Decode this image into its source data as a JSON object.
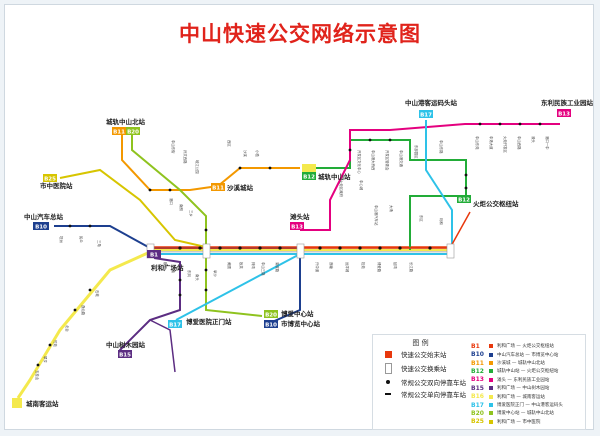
{
  "title": "中山快速公交网络示意图",
  "colors": {
    "B1": "#e8380d",
    "B10": "#1d3f8f",
    "B11": "#f39800",
    "B12": "#22ac38",
    "B13": "#e4007f",
    "B15": "#5c2d82",
    "B16": "#f4e94d",
    "B17": "#2ec2e8",
    "B20": "#8fc31f",
    "B25": "#d7c500",
    "spine": "#9a8fc8",
    "terminal_fill": "#ffffff",
    "terminal_box": "#e8380d",
    "stop": "#111111"
  },
  "stations": [
    {
      "id": "zhongshan-port",
      "name": "中山港客运码头站",
      "codes": [
        "B17"
      ]
    },
    {
      "id": "dongli-industrial",
      "name": "东利民族工业园站",
      "codes": [
        "B13"
      ]
    },
    {
      "id": "chengqing-zhongshanbei",
      "name": "城轨中山北站",
      "codes": [
        "B11",
        "B20"
      ]
    },
    {
      "id": "chengqing-zhongshan",
      "name": "城轨中山站",
      "codes": [
        "B12"
      ]
    },
    {
      "id": "huoju-park",
      "name": "火炬公交枢纽站",
      "codes": [
        "B12"
      ]
    },
    {
      "id": "municipal-hospital",
      "name": "市中医院站",
      "codes": [
        "B25"
      ]
    },
    {
      "id": "shaxi-city",
      "name": "沙溪城站",
      "codes": [
        "B11"
      ]
    },
    {
      "id": "zhongshan-bus-terminal",
      "name": "中山汽车总站",
      "codes": [
        "B10"
      ]
    },
    {
      "id": "tantou",
      "name": "滩头站",
      "codes": [
        "B13"
      ]
    },
    {
      "id": "libeng-plaza",
      "name": "利和广场站",
      "codes": [
        "B1"
      ]
    },
    {
      "id": "boai-hub",
      "name": "博爱中心站",
      "codes": [
        "B20"
      ]
    },
    {
      "id": "bolan-center",
      "name": "市博览中心站",
      "codes": [
        "B10"
      ]
    },
    {
      "id": "boai-hospital",
      "name": "博爱医院正门站",
      "codes": [
        "B17"
      ]
    },
    {
      "id": "mudong-yuan",
      "name": "中山树木园站",
      "codes": [
        "B15"
      ]
    },
    {
      "id": "chengnan-terminal",
      "name": "城南客运站",
      "codes": []
    }
  ],
  "small_labels": [
    "开发区文化中心",
    "中山港大桥西",
    "开发区管委会",
    "中山港交通",
    "东部园区",
    "中山东路",
    "中山东苑",
    "中港大道",
    "火炬开发区",
    "中山西路",
    "濠头",
    "港口一中",
    "火炬区政府",
    "中心城",
    "中山港汽车站",
    "大涌",
    "东区",
    "利和",
    "中山东街",
    "孙文西路",
    "岐江公园",
    "西区",
    "沙溪",
    "小榄",
    "港口",
    "南朗",
    "三乡",
    "坦洲",
    "民众",
    "三角",
    "横栏",
    "古镇",
    "东凤",
    "南头",
    "阜沙",
    "黄圃",
    "板芙",
    "神湾",
    "中山三路",
    "湖滨路",
    "兴中道",
    "莲塘",
    "远洋城",
    "松苑",
    "博爱路",
    "起湾",
    "长江路",
    "石岐",
    "逸仙路",
    "北台",
    "竹苑",
    "翠亨",
    "五桂山"
  ],
  "legend": {
    "title": "图 例",
    "items": [
      {
        "icon": "terminal",
        "text": "快速公交始末站"
      },
      {
        "icon": "transfer",
        "text": "快速公交换乘站"
      },
      {
        "icon": "stop-both",
        "text": "常规公交双向停靠车站"
      },
      {
        "icon": "stop-single",
        "text": "常规公交单向停靠车站"
      }
    ],
    "routes": [
      {
        "code": "B1",
        "text": "利和广场 — 火炬公交枢纽站"
      },
      {
        "code": "B10",
        "text": "中山汽车总站 — 市博览中心站"
      },
      {
        "code": "B11",
        "text": "沙溪城 — 城轨中山北站"
      },
      {
        "code": "B12",
        "text": "城轨中山站 — 火炬公交枢纽站"
      },
      {
        "code": "B13",
        "text": "滩头 — 东利民族工业园站"
      },
      {
        "code": "B15",
        "text": "利和广场 — 中山树木园站"
      },
      {
        "code": "B16",
        "text": "利和广场 — 城南客运站"
      },
      {
        "code": "B17",
        "text": "博爱医院正门 — 中山港客运码头"
      },
      {
        "code": "B20",
        "text": "博爱中心站 — 城轨中山北站"
      },
      {
        "code": "B25",
        "text": "利和广场 — 市中医院"
      }
    ]
  }
}
